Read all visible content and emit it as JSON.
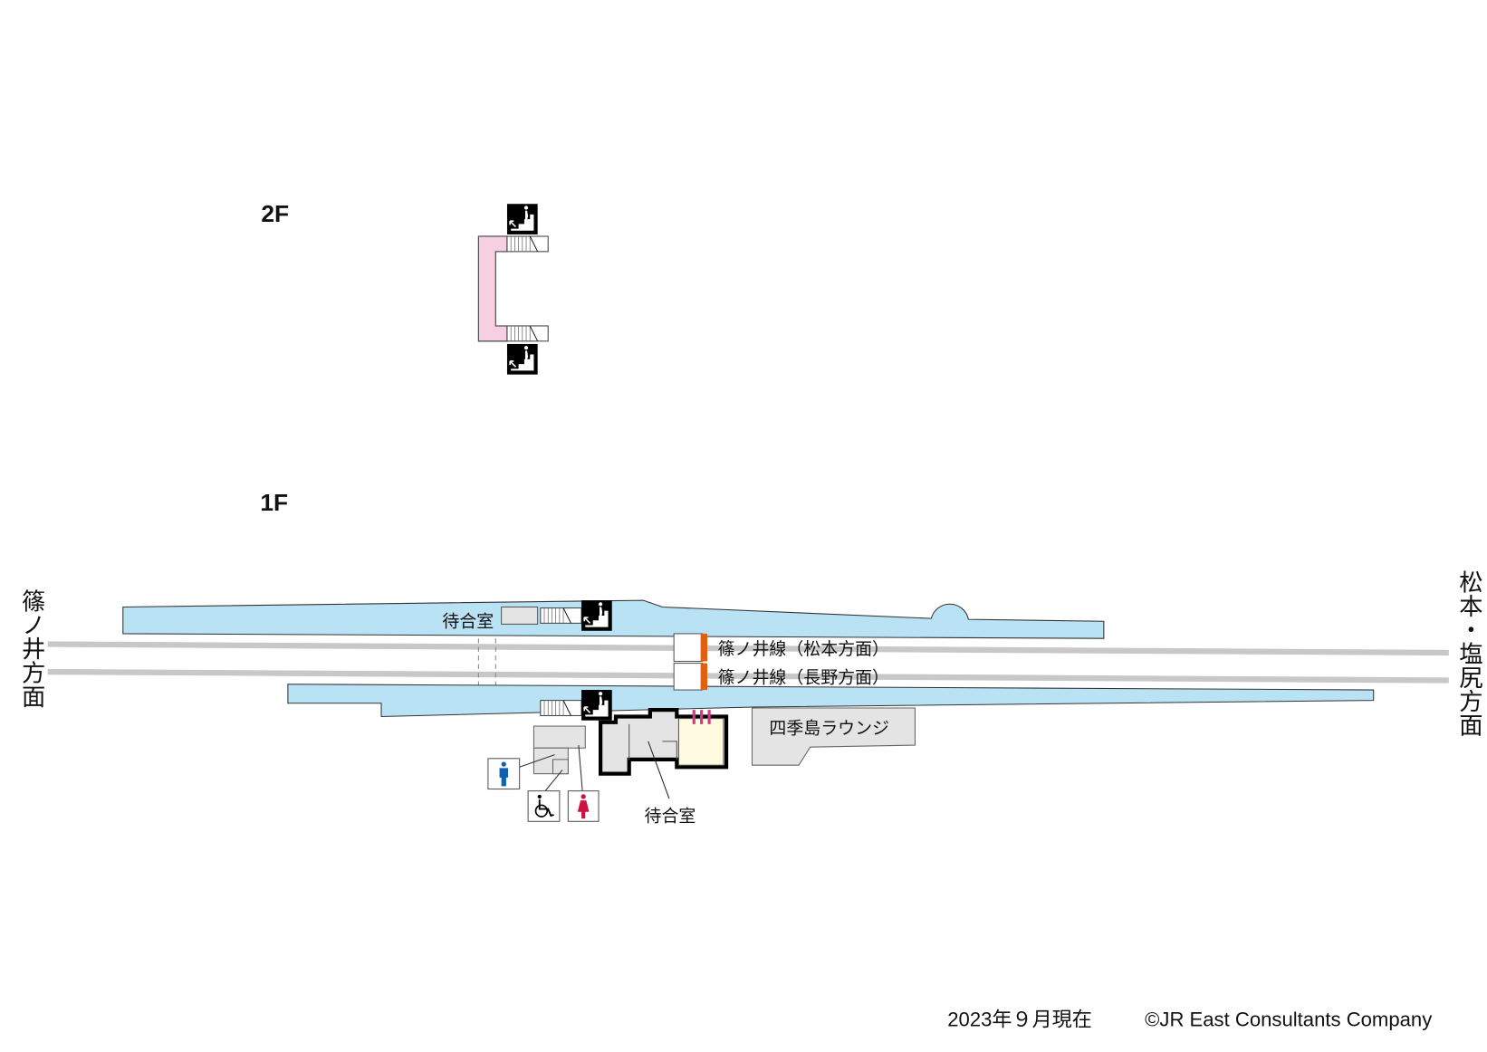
{
  "floors": {
    "upper": "2F",
    "lower": "1F"
  },
  "directions": {
    "left": "篠ノ井方面",
    "right": "松本・塩尻方面"
  },
  "tracks": [
    {
      "label": "篠ノ井線（松本方面）"
    },
    {
      "label": "篠ノ井線（長野方面）"
    }
  ],
  "rooms": {
    "waiting_room_platform": "待合室",
    "waiting_room_building": "待合室",
    "lounge": "四季島ラウンジ"
  },
  "footer": {
    "date": "2023年９月現在",
    "copyright": "©JR East Consultants Company"
  },
  "colors": {
    "platform": "#b9e2f5",
    "bridge": "#f6d0e0",
    "track": "#c8c8c8",
    "room": "#e4e4e4",
    "ticket_office": "#fffbe0",
    "track_sign": "#e06010",
    "gate": "#d03a80",
    "male": "#1060b0",
    "female": "#d01040"
  }
}
